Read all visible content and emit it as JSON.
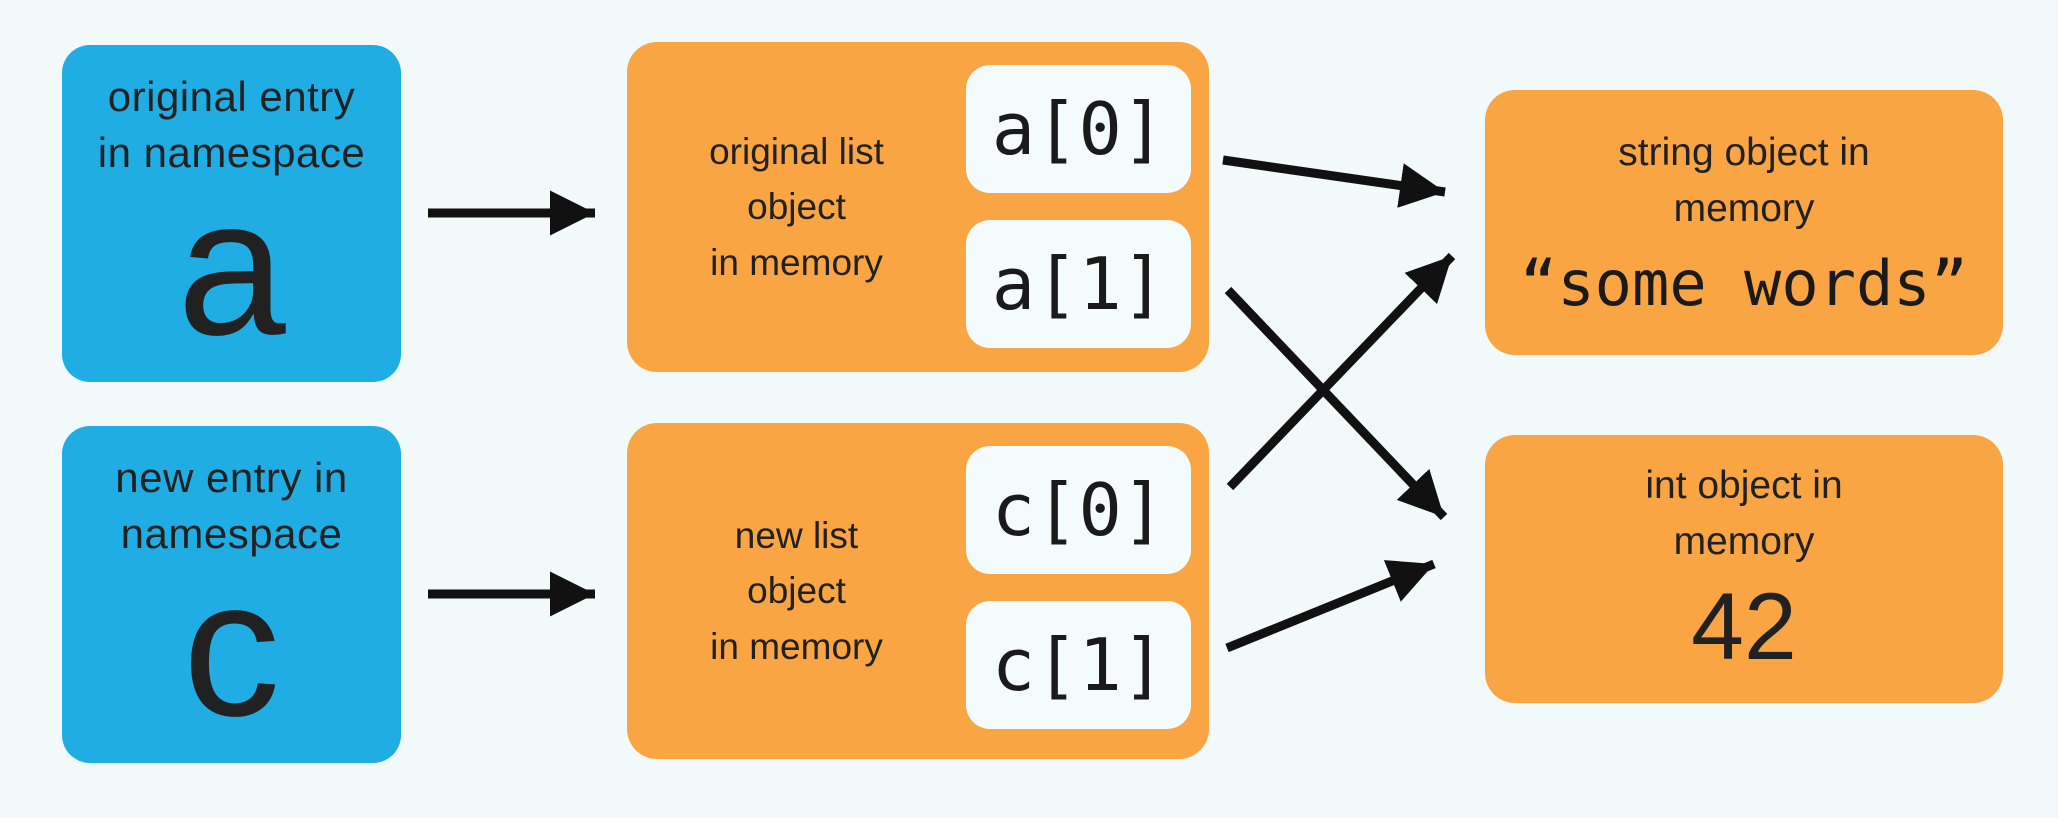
{
  "colors": {
    "bg": "#f1f9fb",
    "blue": "#1fade4",
    "orange": "#faa544",
    "slot": "#f4fbfd",
    "text": "#212121",
    "arrow": "#111111"
  },
  "namespace_entries": [
    {
      "caption_line1": "original entry",
      "caption_line2": "in namespace",
      "variable": "a"
    },
    {
      "caption_line1": "new entry in",
      "caption_line2": "namespace",
      "variable": "c"
    }
  ],
  "list_objects": [
    {
      "caption_lines": [
        "original list",
        "object",
        "in memory"
      ],
      "slots": [
        "a[0]",
        "a[1]"
      ]
    },
    {
      "caption_lines": [
        "new list",
        "object",
        "in memory"
      ],
      "slots": [
        "c[0]",
        "c[1]"
      ]
    }
  ],
  "value_objects": [
    {
      "caption_lines": [
        "string object in",
        "memory"
      ],
      "value": "“some words”"
    },
    {
      "caption_lines": [
        "int object in",
        "memory"
      ],
      "value": "42"
    }
  ],
  "connections": [
    {
      "from": "a",
      "to": "original list object"
    },
    {
      "from": "c",
      "to": "new list object"
    },
    {
      "from": "a[0]",
      "to": "string object"
    },
    {
      "from": "a[1]",
      "to": "int object"
    },
    {
      "from": "c[0]",
      "to": "string object"
    },
    {
      "from": "c[1]",
      "to": "int object"
    }
  ]
}
